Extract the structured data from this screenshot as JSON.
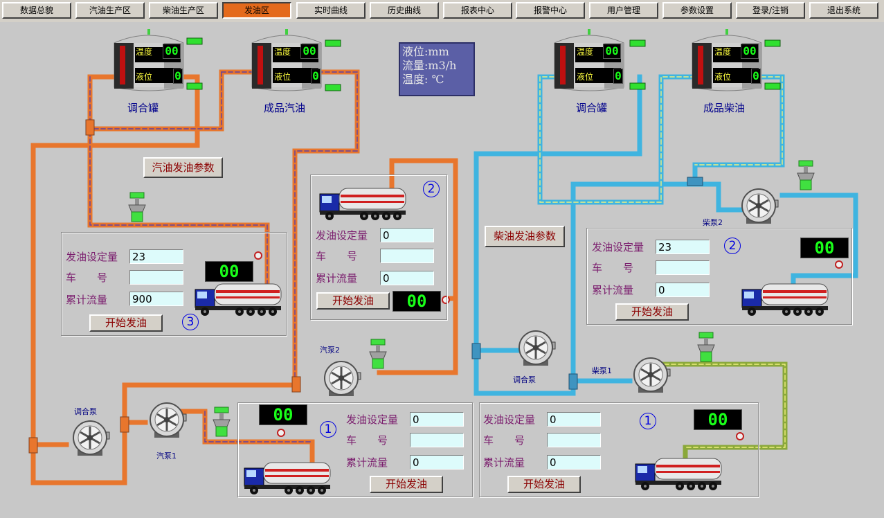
{
  "nav": [
    "数据总貌",
    "汽油生产区",
    "柴油生产区",
    "发油区",
    "实时曲线",
    "历史曲线",
    "报表中心",
    "报警中心",
    "用户管理",
    "参数设置",
    "登录/注销",
    "退出系统"
  ],
  "nav_active": "发油区",
  "legend": {
    "level": "液位:mm",
    "flow": "流量:m3/h",
    "temp": "温度: ℃"
  },
  "tanks": [
    {
      "label": "调合罐",
      "temp_label": "温度",
      "temp": "00",
      "level_label": "液位",
      "level": "0"
    },
    {
      "label": "成品汽油",
      "temp_label": "温度",
      "temp": "00",
      "level_label": "液位",
      "level": "0"
    },
    {
      "label": "调合罐",
      "temp_label": "温度",
      "temp": "00",
      "level_label": "液位",
      "level": "0"
    },
    {
      "label": "成品柴油",
      "temp_label": "温度",
      "temp": "00",
      "level_label": "液位",
      "level": "0"
    }
  ],
  "param_buttons": {
    "gasoline": "汽油发油参数",
    "diesel": "柴油发油参数"
  },
  "labels": {
    "setpoint": "发油设定量",
    "car": "车　　号",
    "flow": "累计流量",
    "start": "开始发油"
  },
  "stations": [
    {
      "num": "3",
      "setpoint": "23",
      "car": "",
      "flow": "900",
      "display": "00"
    },
    {
      "num": "2",
      "setpoint": "0",
      "car": "",
      "flow": "0",
      "display": "00"
    },
    {
      "num": "1",
      "setpoint": "0",
      "car": "",
      "flow": "0",
      "display": "00"
    },
    {
      "num": "2",
      "setpoint": "23",
      "car": "",
      "flow": "0",
      "display": "00"
    },
    {
      "num": "1",
      "setpoint": "0",
      "car": "",
      "flow": "0",
      "display": "00"
    }
  ],
  "pumps": {
    "gas_mix": "调合泵",
    "gas1": "汽泵1",
    "gas2": "汽泵2",
    "diesel_mix": "调合泵",
    "diesel1": "柴泵1",
    "diesel2": "柴泵2"
  },
  "colors": {
    "gas_pipe": "#e8762d",
    "diesel_pipe": "#3fb4e0",
    "diesel_pipe2": "#8aa83a",
    "nav_active": "#e46a1c"
  }
}
